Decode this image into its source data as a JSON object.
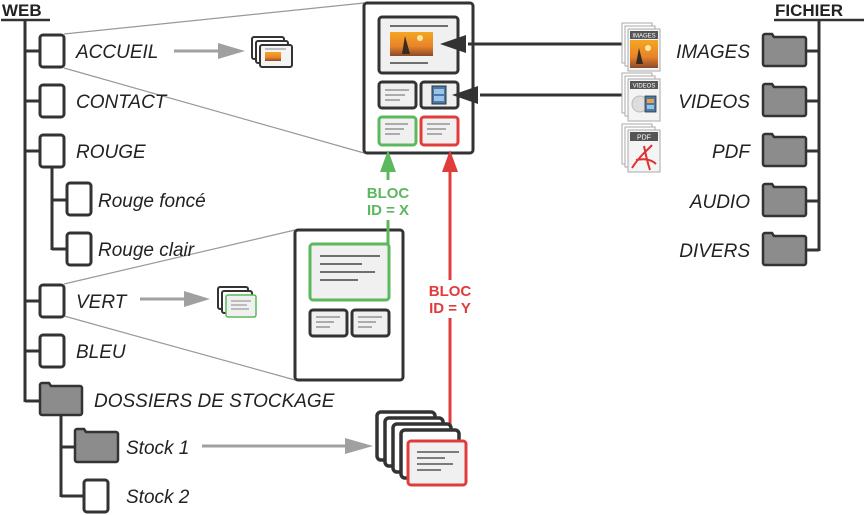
{
  "diagram": {
    "web_header": "WEB",
    "fichier_header": "FICHIER",
    "web_tree": [
      {
        "label": "ACCUEIL",
        "type": "page",
        "level": 1
      },
      {
        "label": "CONTACT",
        "type": "page",
        "level": 1
      },
      {
        "label": "ROUGE",
        "type": "page",
        "level": 1
      },
      {
        "label": "Rouge foncé",
        "type": "page",
        "level": 2
      },
      {
        "label": "Rouge clair",
        "type": "page",
        "level": 2
      },
      {
        "label": "VERT",
        "type": "page",
        "level": 1
      },
      {
        "label": "BLEU",
        "type": "page",
        "level": 1
      },
      {
        "label": "DOSSIERS DE STOCKAGE",
        "type": "folder",
        "level": 1
      },
      {
        "label": "Stock 1",
        "type": "folder",
        "level": 2
      },
      {
        "label": "Stock 2",
        "type": "page",
        "level": 2
      }
    ],
    "file_tree": [
      {
        "label": "IMAGES",
        "badge": "IMAGES"
      },
      {
        "label": "VIDEOS",
        "badge": "VIDEOS"
      },
      {
        "label": "PDF",
        "badge": "PDF"
      },
      {
        "label": "AUDIO"
      },
      {
        "label": "DIVERS"
      }
    ],
    "bloc_x": {
      "line1": "BLOC",
      "line2": "ID = X",
      "color": "#5cb85c"
    },
    "bloc_y": {
      "line1": "BLOC",
      "line2": "ID = Y",
      "color": "#e03c3c"
    },
    "colors": {
      "line": "#333333",
      "folder_fill": "#8c8c8c",
      "arrow_gray": "#a0a0a0",
      "green": "#5cb85c",
      "red": "#e03c3c",
      "block_fill": "#f0f0f0"
    }
  }
}
